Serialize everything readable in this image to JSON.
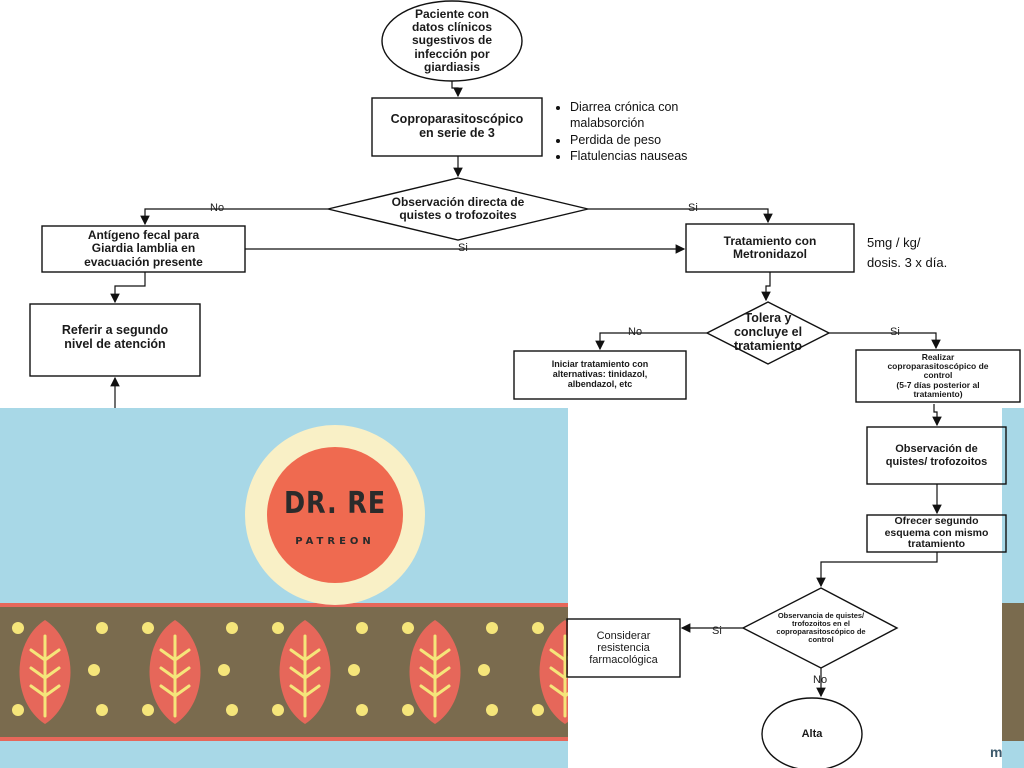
{
  "colors": {
    "sky": "#a8d8e7",
    "band": "#7a6b4e",
    "band_edge": "#e6675a",
    "leaf": "#e6675a",
    "dot": "#f5e57a",
    "logo_outer": "#f9f0c6",
    "logo_inner": "#ef6a50"
  },
  "logo": {
    "title": "DR. RE",
    "subtitle": "PATREON"
  },
  "corner_text": "m",
  "symptoms": [
    "Diarrea crónica con malabsorción",
    "Perdida de peso",
    "Flatulencias nauseas"
  ],
  "dose": "5mg / kg/\ndosis. 3 x día.",
  "nodes": {
    "start": "Paciente con\ndatos clínicos\nsugestivos de\ninfección por\ngiardiasis",
    "copro": "Coproparasitoscópico\nen serie de 3",
    "observation": "Observación directa de\nquistes o trofozoites",
    "antigen": "Antígeno fecal para\nGiardia lamblia en\nevacuación presente",
    "refer": "Referir a segundo\nnivel de atención",
    "treatment": "Tratamiento con\nMetronidazol",
    "tolerate": "Tolera y\nconcluye el\ntratamiento",
    "alternatives": "Iniciar tratamiento con\nalternativas: tinidazol,\nalbendazol, etc",
    "control": "Realizar\ncoproparasitoscópico de\ncontrol\n(5-7 días posterior al\ntratamiento)",
    "observation2": "Observación de\nquistes/ trofozoitos",
    "second_scheme": "Ofrecer segundo\nesquema con mismo\ntratamiento",
    "observance": "Observancia de quistes/\ntrofozoitos en el\ncoproparasitoscópico de\ncontrol",
    "resistance": "Considerar\nresistencia\nfarmacológica",
    "discharge": "Alta"
  },
  "edge_labels": {
    "obs_no": "No",
    "obs_si": "Si",
    "antigen_si": "Si",
    "tol_no": "No",
    "tol_si": "Si",
    "observance_si": "Si",
    "observance_no": "No"
  }
}
